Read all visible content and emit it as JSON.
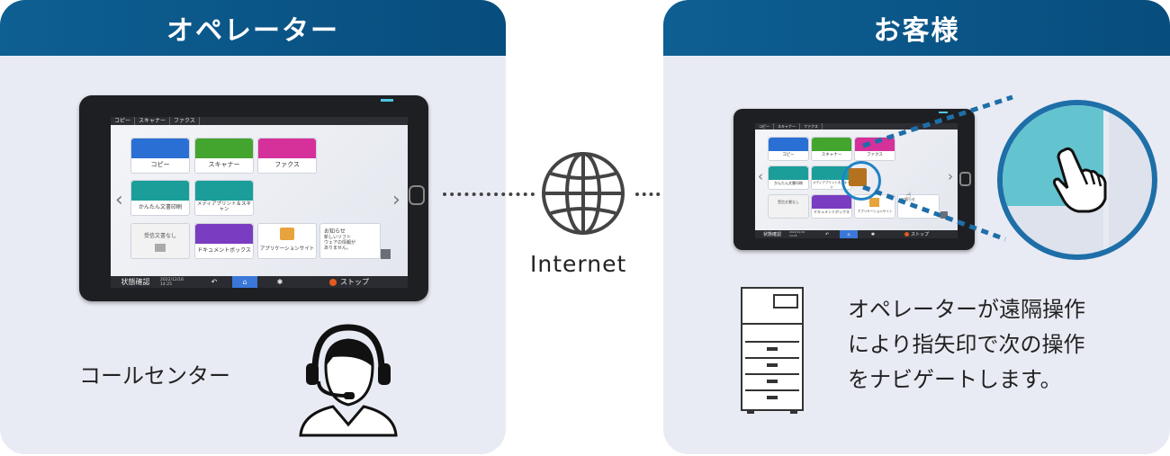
{
  "left_panel": {
    "title": "オペレーター",
    "caption": "コールセンター"
  },
  "right_panel": {
    "title": "お客様",
    "description": [
      "オペレーターが遠隔操作",
      "により指矢印で次の操作",
      "をナビゲートします。"
    ]
  },
  "network_label": "Internet",
  "device_screen": {
    "tabs": [
      "コピー",
      "スキャナー",
      "ファクス"
    ],
    "help": "?",
    "tiles": [
      {
        "label": "コピー",
        "color": "#2a6fd4"
      },
      {
        "label": "スキャナー",
        "color": "#43a52e"
      },
      {
        "label": "ファクス",
        "color": "#d6309a"
      },
      {
        "label": "かんたん文書印刷",
        "color": "#1b9e9a"
      },
      {
        "label": "メディアプリント＆スキャン",
        "color": "#1b9e9a"
      },
      {
        "label": "受信文書なし",
        "color": "#ffffff"
      },
      {
        "label": "ドキュメントボックス",
        "color": "#7a3cc0"
      },
      {
        "label": "アプリケーションサイト",
        "color": "#ffffff"
      },
      {
        "label": "お知らせ",
        "color": "#ffffff"
      }
    ],
    "notice_text": [
      "新しいソフト",
      "ウェアの情報が",
      "ありません。"
    ],
    "bottom_bar": {
      "status": "状態確認",
      "date": "2022/12/16",
      "time": "14:25",
      "stop": "ストップ"
    }
  },
  "colors": {
    "header": "#0b5a8c",
    "panel_bg": "#e9ebf4",
    "highlight": "#1f83c4",
    "zoom_fill": "#63c3cf"
  }
}
